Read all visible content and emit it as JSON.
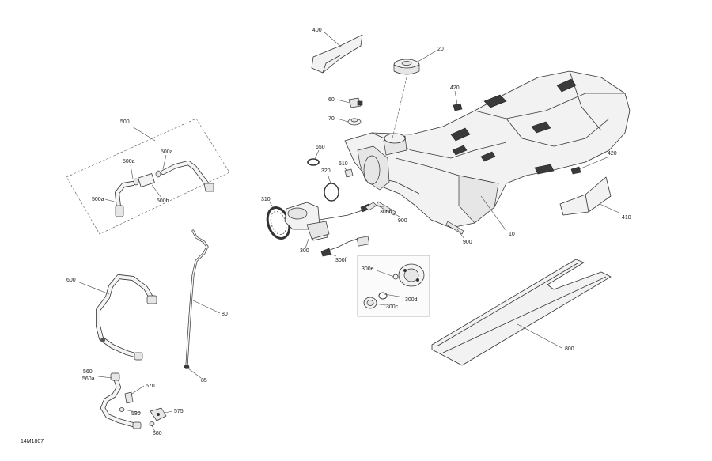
{
  "diagram": {
    "reference_code": "14M1807",
    "labels": [
      "400",
      "20",
      "420",
      "60",
      "70",
      "650",
      "510",
      "320",
      "310",
      "300b",
      "900",
      "300",
      "300f",
      "10",
      "420",
      "410",
      "900",
      "500",
      "500a",
      "500a",
      "500b",
      "500a",
      "300e",
      "300d",
      "300c",
      "800",
      "600",
      "80",
      "85",
      "560",
      "560a",
      "570",
      "580",
      "575",
      "580"
    ]
  }
}
